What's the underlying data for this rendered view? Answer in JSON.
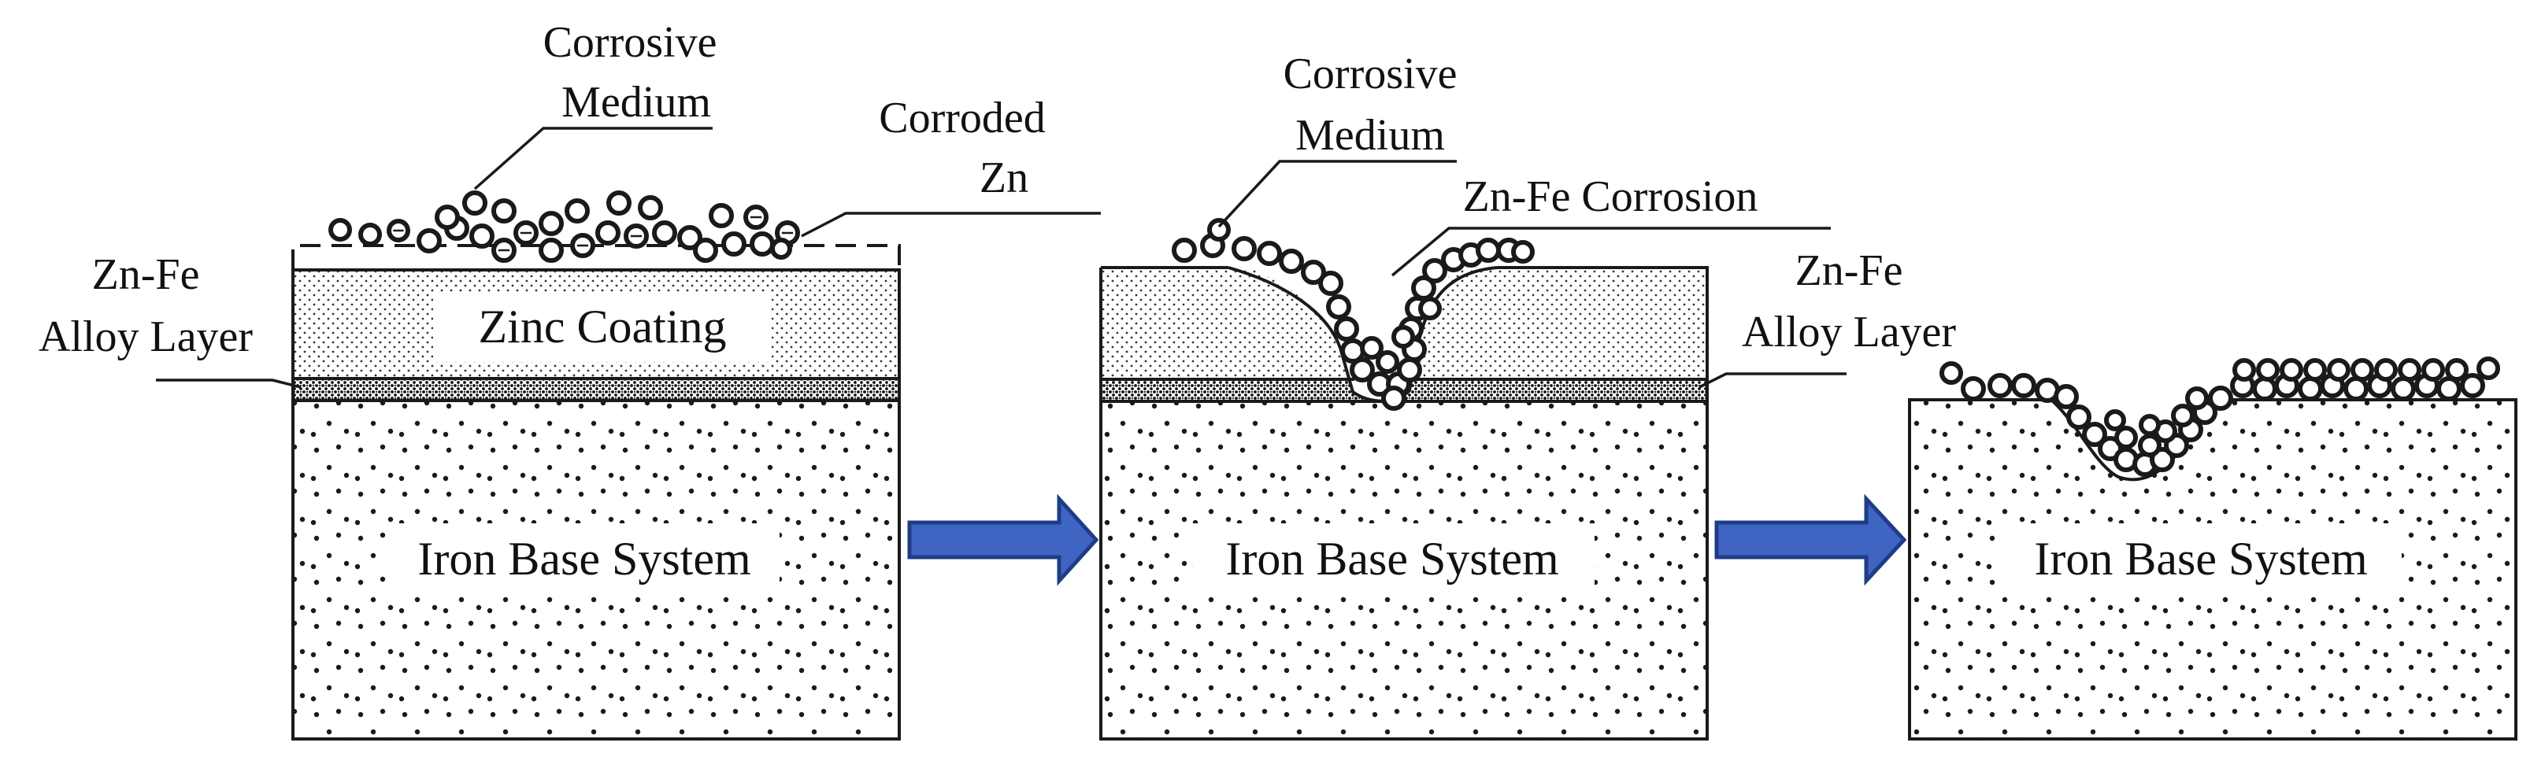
{
  "panel1": {
    "corrosive_medium_line1": "Corrosive",
    "corrosive_medium_line2": "Medium",
    "corroded_zn_line1": "Corroded",
    "corroded_zn_line2": "Zn",
    "alloy_line1": "Zn-Fe",
    "alloy_line2": "Alloy Layer",
    "zinc_coating": "Zinc Coating",
    "base": "Iron Base System"
  },
  "panel2": {
    "corrosive_medium_line1": "Corrosive",
    "corrosive_medium_line2": "Medium",
    "znfe_corrosion": "Zn-Fe Corrosion",
    "alloy_line1": "Zn-Fe",
    "alloy_line2": "Alloy Layer",
    "base": "Iron Base System"
  },
  "panel3": {
    "base": "Iron Base System"
  },
  "colors": {
    "arrow_fill": "#3f64c2",
    "arrow_stroke": "#1f3c86",
    "alloy_layer": "#2b2b2b"
  },
  "icons": {
    "arrow": "arrow-right-icon",
    "particle": "corrosive-particle-icon"
  }
}
